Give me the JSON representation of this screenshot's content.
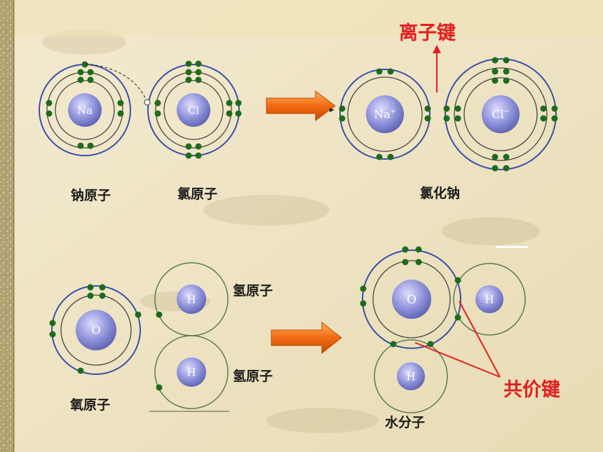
{
  "labels": {
    "sodium_atom": "钠原子",
    "chlorine_atom": "氯原子",
    "sodium_chloride": "氯化钠",
    "ionic_bond": "离子键",
    "oxygen_atom": "氧原子",
    "hydrogen_atom_top": "氢原子",
    "hydrogen_atom_bottom": "氢原子",
    "water_molecule": "水分子",
    "covalent_bond": "共价键"
  },
  "nuclei": {
    "na": "Na",
    "cl": "Cl",
    "na_ion": "Na",
    "na_ion_charge": "+",
    "cl_ion": "Cl",
    "cl_ion_charge": "−",
    "o": "O",
    "h1": "H",
    "h2": "H",
    "water_o": "O",
    "water_h_right": "H",
    "water_h_bottom": "H"
  },
  "colors": {
    "background": "#efe5c4",
    "border": "#9a8a55",
    "electron": "#1e6b1e",
    "outer_shell": "#3a4fa8",
    "inner_shell": "#444444",
    "h_shell": "#5a7a55",
    "nucleus": "#8b8fd8",
    "arrow": "#f26a12",
    "accent_red": "#e41e1e"
  }
}
